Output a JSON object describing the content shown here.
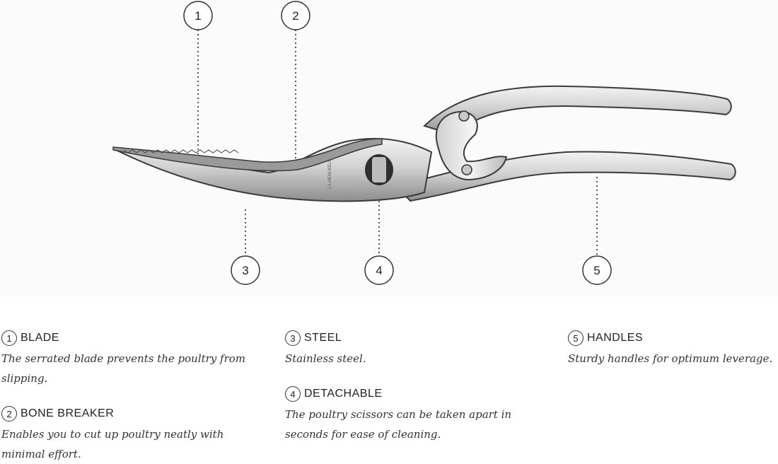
{
  "callouts": [
    "1",
    "2",
    "3",
    "4",
    "5"
  ],
  "logo_text": "J.A.HENCKELS",
  "items": [
    {
      "number": "1",
      "title": "BLADE",
      "description": "The serrated blade prevents the poultry from slipping."
    },
    {
      "number": "2",
      "title": "BONE BREAKER",
      "description": "Enables you to cut up poultry neatly with minimal effort."
    },
    {
      "number": "3",
      "title": "STEEL",
      "description": "Stainless steel."
    },
    {
      "number": "4",
      "title": "DETACHABLE",
      "description": "The poultry scissors can be taken apart in seconds for ease of cleaning."
    },
    {
      "number": "5",
      "title": "HANDLES",
      "description": "Sturdy handles for optimum leverage."
    }
  ],
  "colors": {
    "steel_light": "#e6e6e6",
    "steel_mid": "#bdbdbd",
    "steel_dark": "#6e6e6e",
    "outline": "#3a3a3a"
  }
}
